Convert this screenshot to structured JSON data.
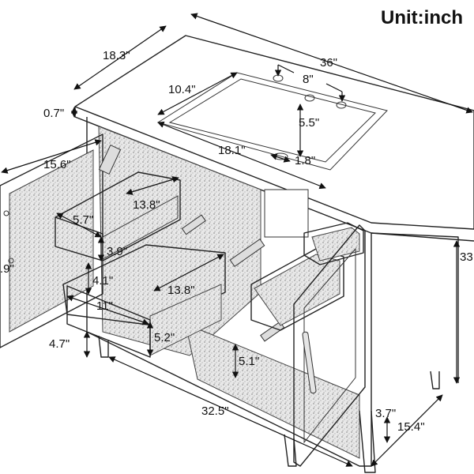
{
  "title": "Unit:inch",
  "dimensions": [
    {
      "id": "depth",
      "label": "18.3\""
    },
    {
      "id": "width",
      "label": "36\""
    },
    {
      "id": "faucet-spacing",
      "label": "8\""
    },
    {
      "id": "basin-depth",
      "label": "10.4\""
    },
    {
      "id": "top-thickness",
      "label": "0.7\""
    },
    {
      "id": "faucet-to-basin",
      "label": "5.5\""
    },
    {
      "id": "basin-width",
      "label": "18.1\""
    },
    {
      "id": "drain",
      "label": "1.8\""
    },
    {
      "id": "door-width",
      "label": "15.6\""
    },
    {
      "id": "drawer-length",
      "label": "13.8\""
    },
    {
      "id": "drawer-front-width",
      "label": "5.7\""
    },
    {
      "id": "drawer-height",
      "label": "3.9\""
    },
    {
      "id": "door-height-partial",
      "label": ".9\""
    },
    {
      "id": "drawer-gap",
      "label": "4.1\""
    },
    {
      "id": "lower-drawer-length",
      "label": "13.8\""
    },
    {
      "id": "lower-drawer-width",
      "label": "11\""
    },
    {
      "id": "leg-height",
      "label": "4.7\""
    },
    {
      "id": "lower-drawer-height",
      "label": "5.2\""
    },
    {
      "id": "shelf-height",
      "label": "5.1\""
    },
    {
      "id": "inner-width",
      "label": "32.5\""
    },
    {
      "id": "side-height",
      "label": "33"
    },
    {
      "id": "leg-clearance",
      "label": "3.7\""
    },
    {
      "id": "side-depth",
      "label": "15.4\""
    }
  ]
}
